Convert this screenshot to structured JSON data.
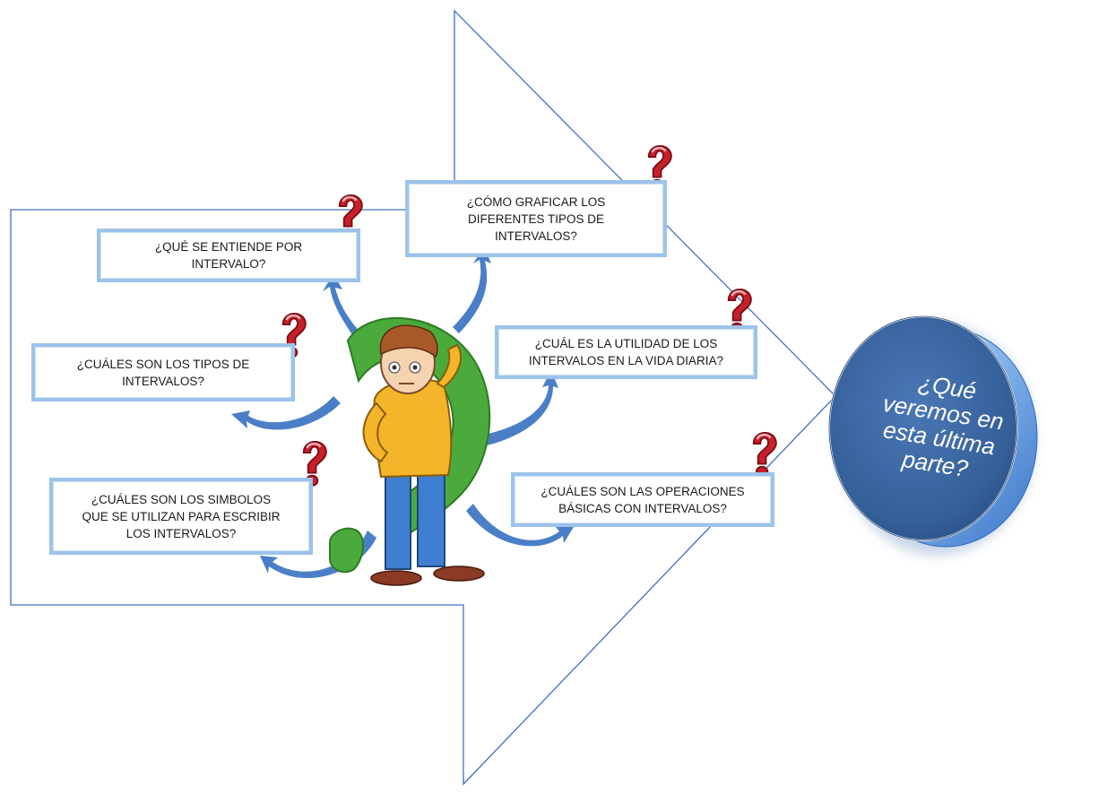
{
  "colors": {
    "arrow_outline": "#3f6fc7",
    "box_border": "#9cc3ea",
    "curved_arrows": "#4a7fc8",
    "circle_fill": "#3f6aa6",
    "question_mark": "#c8202b",
    "big_question_green": "#4aab3c"
  },
  "questions": [
    {
      "text": "¿QUÉ SE ENTIENDE POR\nINTERVALO?"
    },
    {
      "text": "¿CÓMO GRAFICAR LOS\nDIFERENTES TIPOS DE\nINTERVALOS?"
    },
    {
      "text": "¿CUÁLES SON LOS TIPOS DE\nINTERVALOS?"
    },
    {
      "text": "¿CUÁL ES LA UTILIDAD DE LOS\nINTERVALOS EN LA VIDA DIARIA?"
    },
    {
      "text": "¿CUÁLES SON LOS SIMBOLOS\nQUE SE UTILIZAN PARA ESCRIBIR\nLOS INTERVALOS?"
    },
    {
      "text": "¿CUÁLES SON LAS OPERACIONES\nBÁSICAS CON INTERVALOS?"
    }
  ],
  "circle": {
    "text": "¿Qué\nveremos en\nesta última\nparte?"
  },
  "icons": {
    "question_mark": "question-mark-icon",
    "character": "thinking-boy-icon"
  }
}
